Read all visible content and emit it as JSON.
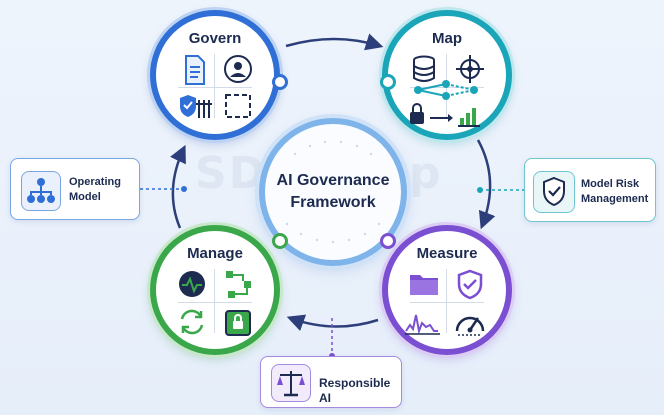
{
  "center": {
    "line1": "AI Governance",
    "line2": "Framework"
  },
  "watermark": "SDC Corp",
  "nodes": {
    "govern": {
      "title": "Govern",
      "color": "#2f6fd6"
    },
    "map": {
      "title": "Map",
      "color": "#1aa5b8"
    },
    "measure": {
      "title": "Measure",
      "color": "#7b4fd1"
    },
    "manage": {
      "title": "Manage",
      "color": "#3aa84a"
    }
  },
  "side_cards": {
    "operating_model": {
      "line1": "Operating",
      "line2": "Model",
      "icon": "org-chart-icon"
    },
    "model_risk": {
      "line1": "Model Risk",
      "line2": "Management",
      "icon": "shield-check-icon"
    },
    "responsible_ai": {
      "label": "Responsible AI",
      "icon": "scales-icon"
    }
  },
  "icons": {
    "govern": [
      "document-icon",
      "user-icon",
      "shield-gate-icon",
      "dashed-frame-icon"
    ],
    "map": [
      "database-icon",
      "target-icon",
      "network-icon",
      "lock-chart-icon"
    ],
    "measure": [
      "folder-icon",
      "shield-check-icon",
      "waveform-icon",
      "gauge-icon"
    ],
    "manage": [
      "heartbeat-icon",
      "workflow-icon",
      "cycle-icon",
      "lockbox-icon"
    ]
  }
}
